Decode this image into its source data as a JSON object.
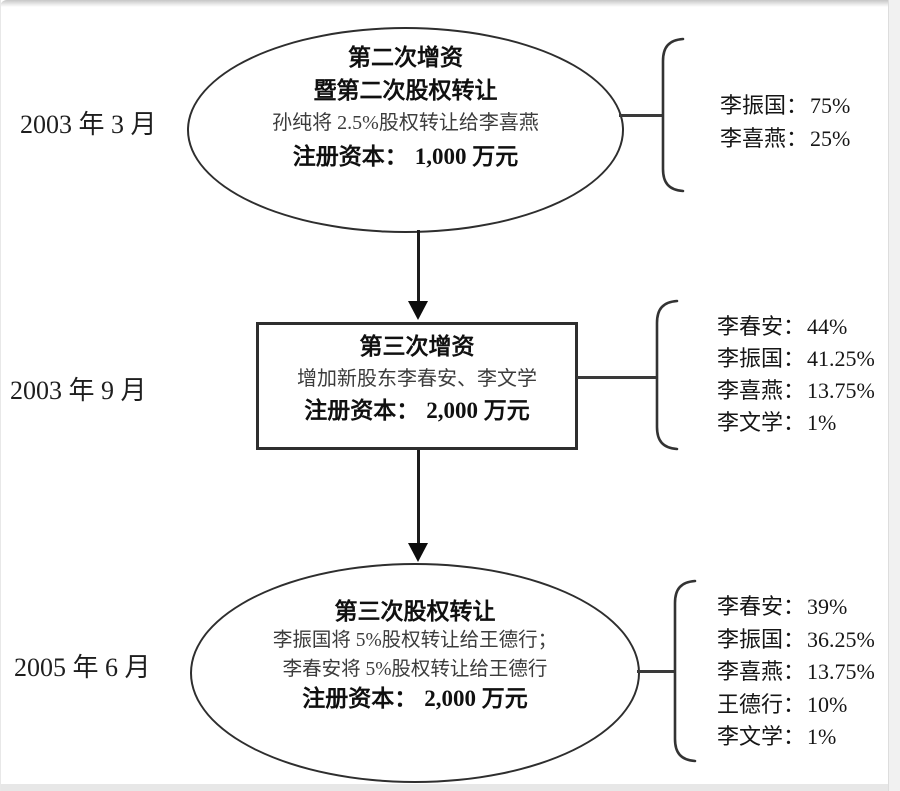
{
  "diagram": {
    "stages": [
      {
        "date": "2003 年 3 月",
        "title_lines": [
          "第二次增资",
          "暨第二次股权转让"
        ],
        "detail_lines": [
          "孙纯将 2.5%股权转让给李喜燕"
        ],
        "capital_label": "注册资本：",
        "capital_value": "1,000 万元",
        "shareholders": [
          {
            "name": "李振国：",
            "value": "75%"
          },
          {
            "name": "李喜燕：",
            "value": "25%"
          }
        ]
      },
      {
        "date": "2003 年 9 月",
        "title_lines": [
          "第三次增资"
        ],
        "detail_lines": [
          "增加新股东李春安、李文学"
        ],
        "capital_label": "注册资本：",
        "capital_value": "2,000 万元",
        "shareholders": [
          {
            "name": "李春安：",
            "value": "44%"
          },
          {
            "name": "李振国：",
            "value": "41.25%"
          },
          {
            "name": "李喜燕：",
            "value": "13.75%"
          },
          {
            "name": "李文学：",
            "value": "1%"
          }
        ]
      },
      {
        "date": "2005 年 6 月",
        "title_lines": [
          "第三次股权转让"
        ],
        "detail_lines": [
          "李振国将 5%股权转让给王德行；",
          "李春安将 5%股权转让给王德行"
        ],
        "capital_label": "注册资本：",
        "capital_value": "2,000 万元",
        "shareholders": [
          {
            "name": "李春安：",
            "value": "39%"
          },
          {
            "name": "李振国：",
            "value": "36.25%"
          },
          {
            "name": "李喜燕：",
            "value": "13.75%"
          },
          {
            "name": "王德行：",
            "value": "10%"
          },
          {
            "name": "李文学：",
            "value": "1%"
          }
        ]
      }
    ],
    "colors": {
      "node_stroke": "#2e2e2e",
      "title_text": "#101010",
      "detail_text": "#3c3c3c"
    }
  }
}
